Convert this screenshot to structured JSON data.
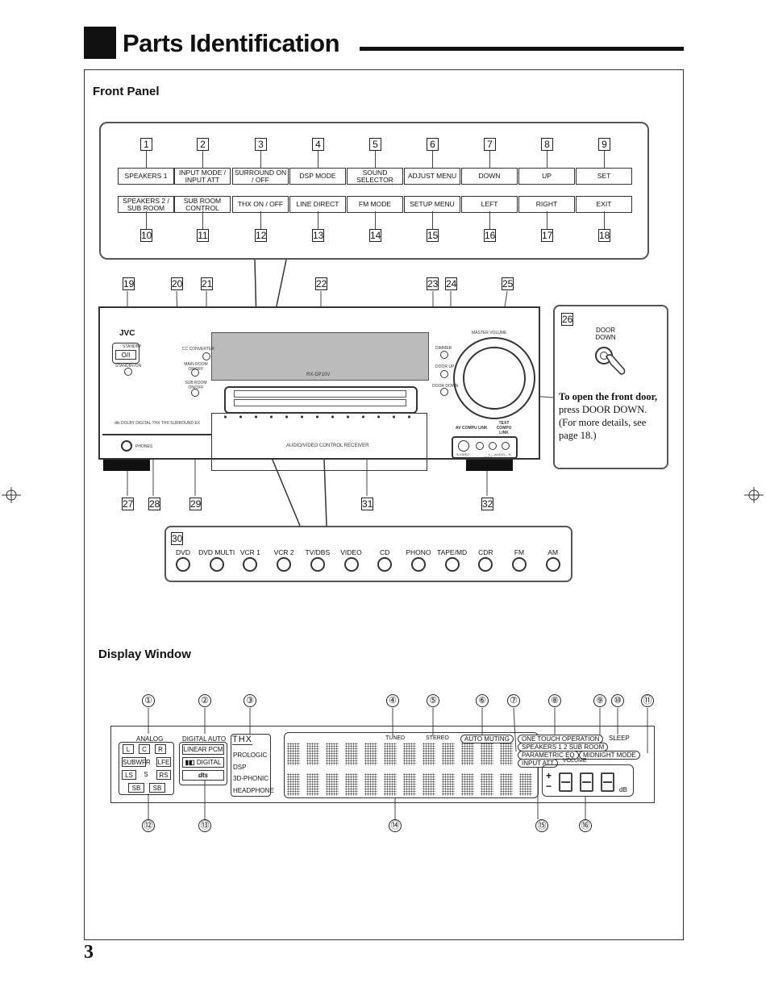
{
  "page": {
    "title": "Parts Identification",
    "page_number": "3"
  },
  "front_panel": {
    "section_title": "Front Panel",
    "callout_numbers_top": [
      "1",
      "2",
      "3",
      "4",
      "5",
      "6",
      "7",
      "8",
      "9"
    ],
    "buttons_row1": [
      "SPEAKERS 1",
      "INPUT MODE / INPUT ATT",
      "SURROUND ON / OFF",
      "DSP MODE",
      "SOUND SELECTOR",
      "ADJUST MENU",
      "DOWN",
      "UP",
      "SET"
    ],
    "buttons_row2": [
      "SPEAKERS 2 / SUB ROOM",
      "SUB ROOM CONTROL",
      "THX ON / OFF",
      "LINE DIRECT",
      "FM MODE",
      "SETUP MENU",
      "LEFT",
      "RIGHT",
      "EXIT"
    ],
    "callout_numbers_bottom": [
      "10",
      "11",
      "12",
      "13",
      "14",
      "15",
      "16",
      "17",
      "18"
    ],
    "upper_callouts": [
      "19",
      "20",
      "21",
      "22",
      "23",
      "24",
      "25"
    ],
    "lower_callouts": [
      "27",
      "28",
      "29",
      "31",
      "32"
    ],
    "receiver": {
      "brand": "JVC",
      "model": "RX-DP10V",
      "standby_label": "STANDBY",
      "power_symbol": "O/I",
      "standby_on_label": "STANDBY/ON",
      "cc_converter": "CC CONVERTER",
      "main_room": "MAIN ROOM ON/OFF",
      "sub_room": "SUB ROOM ON/OFF",
      "dimmer": "DIMMER",
      "door_up": "DOOR UP",
      "door_down": "DOOR DOWN",
      "master_volume": "MASTER VOLUME",
      "av_compu_link": "AV COMPU LINK",
      "text_compu_link": "TEXT COMPU LINK",
      "phones": "PHONES",
      "logos": "dts  DOLBY DIGITAL  THX  THX SURROUND EX",
      "receiver_label": "AUDIO/VIDEO CONTROL RECEIVER",
      "video_label": "VIDEO",
      "svideo_label": "S-VIDEO",
      "audio_label": "L —AUDIO— R"
    },
    "door_inset": {
      "number": "26",
      "button_label": "DOOR DOWN",
      "instruction_bold": "To open the front door,",
      "instruction": "press DOOR DOWN. (For more details, see page 18.)"
    },
    "source_panel": {
      "number": "30",
      "sources": [
        "DVD",
        "DVD MULTI",
        "VCR 1",
        "VCR 2",
        "TV/DBS",
        "VIDEO",
        "CD",
        "PHONO",
        "TAPE/MD",
        "CDR",
        "FM",
        "AM"
      ]
    }
  },
  "display_window": {
    "section_title": "Display Window",
    "top_callouts": [
      "①",
      "②",
      "③",
      "④",
      "⑤",
      "⑥",
      "⑦",
      "⑧",
      "⑨",
      "⑩",
      "⑪"
    ],
    "bottom_callouts": [
      "⑫",
      "⑬",
      "⑭",
      "⑮",
      "⑯"
    ],
    "analog": "ANALOG",
    "channels": [
      "L",
      "C",
      "R",
      "SUBWFR",
      "LFE",
      "LS",
      "S",
      "RS",
      "SB",
      "SB"
    ],
    "digital_auto": "DIGITAL AUTO",
    "linear_pcm": "LINEAR PCM",
    "dolby_digital": "DIGITAL",
    "dts": "dts",
    "thx": "THX",
    "modes": [
      "PROLOGIC",
      "DSP",
      "3D-PHONIC",
      "HEADPHONE"
    ],
    "tuned": "TUNED",
    "stereo": "STEREO",
    "auto_muting": "AUTO MUTING",
    "one_touch": "ONE TOUCH OPERATION",
    "speakers_line": "SPEAKERS 1 2 SUB ROOM",
    "sleep": "SLEEP",
    "parametric_eq": "PARAMETRIC EQ",
    "midnight_mode": "MIDNIGHT MODE",
    "input_att": "INPUT ATT",
    "volume": "VOLUME",
    "db": "dB",
    "plus": "+",
    "minus": "−"
  }
}
